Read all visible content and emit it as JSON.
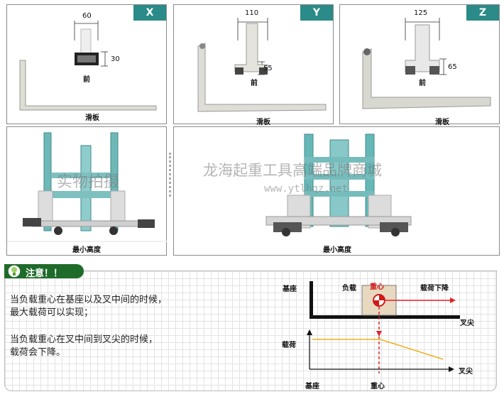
{
  "panels": {
    "x": {
      "badge": "X",
      "width": "60",
      "height": "30",
      "front": "前",
      "slide": "滑板"
    },
    "y": {
      "badge": "Y",
      "width": "110",
      "height": "55",
      "front": "前",
      "slide": "滑板"
    },
    "z": {
      "badge": "Z",
      "width": "125",
      "height": "65",
      "front": "前",
      "slide": "滑板"
    }
  },
  "bottom_left_caption": "最小高度",
  "bottom_mid_caption": "最小高度",
  "watermarks": {
    "photo": "实物拍摄",
    "shop": "龙海起重工具高端品牌商城",
    "url": "www.ytlhqz.net"
  },
  "note": {
    "title": "注意！！",
    "para1_line1": "当负载重心在基座以及叉中间的时候，",
    "para1_line2": "最大载荷可以实现；",
    "para2_line1": "当负载重心在叉中间到叉尖的时候，",
    "para2_line2": "载荷会下降。"
  },
  "diagram": {
    "base": "基座",
    "load": "负载",
    "center": "重心",
    "load_drop": "载荷下降",
    "fork_tip": "叉尖",
    "load_axis": "载荷",
    "fork_tip_bottom": "叉尖",
    "base_bottom": "基座",
    "center_bottom": "重心"
  },
  "colors": {
    "teal": "#2a8b88",
    "note_green": "#1f6b2a",
    "arrow_red": "#e0242a",
    "curve_orange": "#f0b020",
    "load_box": "#e8d8c0"
  }
}
